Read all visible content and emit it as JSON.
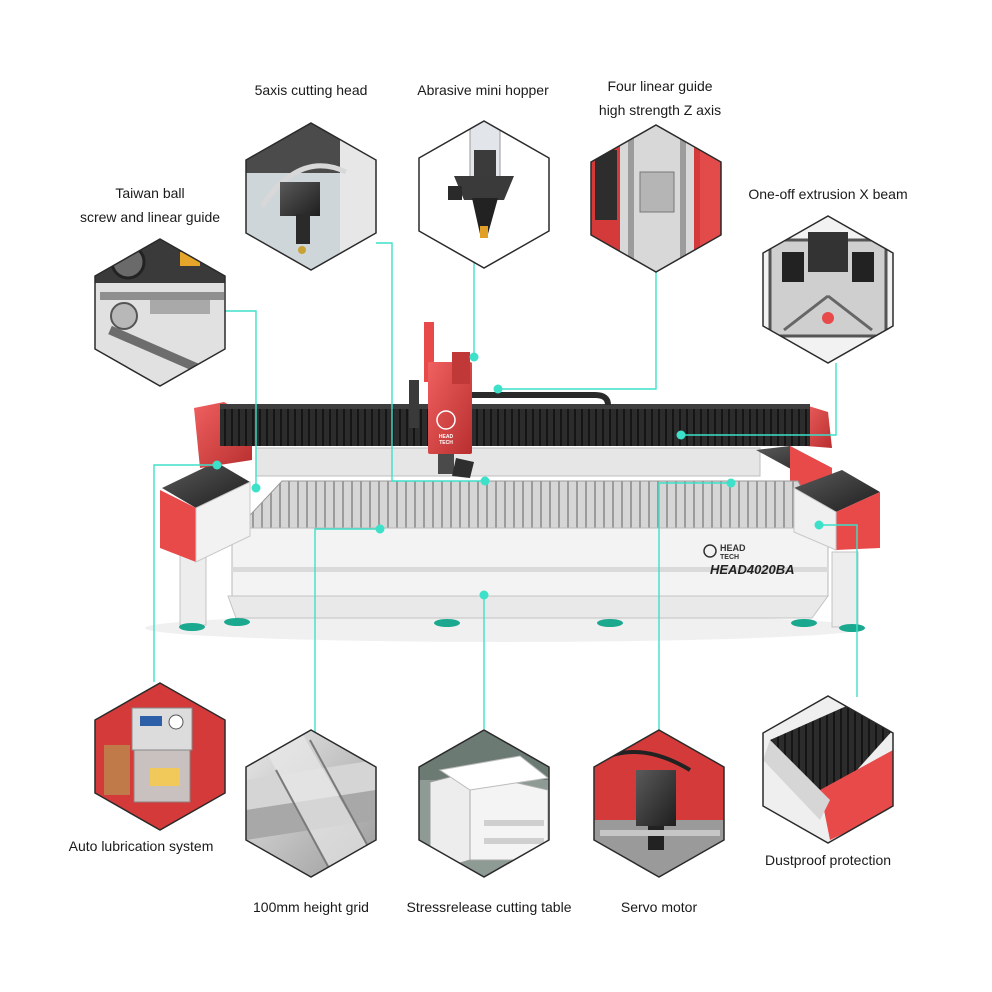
{
  "accent_color": "#3de0c8",
  "machine": {
    "model": "HEAD4020BA",
    "logo_text": [
      "HEAD",
      "TECH"
    ],
    "colors": {
      "frame": "#e84a4a",
      "bellows": "#2b2b2b",
      "body": "#f2f2f2",
      "grid": "#c9c9c9",
      "feet": "#1aa88f"
    }
  },
  "callouts": {
    "cutting_head": {
      "label": "5axis cutting head"
    },
    "hopper": {
      "label": "Abrasive mini hopper"
    },
    "z_axis": {
      "line1": "Four linear guide",
      "line2": "high strength Z axis"
    },
    "x_beam": {
      "label": "One-off extrusion X beam"
    },
    "ball_screw": {
      "line1": "Taiwan ball",
      "line2": "screw and linear guide"
    },
    "lubrication": {
      "label": "Auto lubrication system"
    },
    "grid": {
      "label": "100mm height grid"
    },
    "table": {
      "label": "Stressrelease cutting table"
    },
    "servo": {
      "label": "Servo motor"
    },
    "dustproof": {
      "label": "Dustproof protection"
    }
  }
}
